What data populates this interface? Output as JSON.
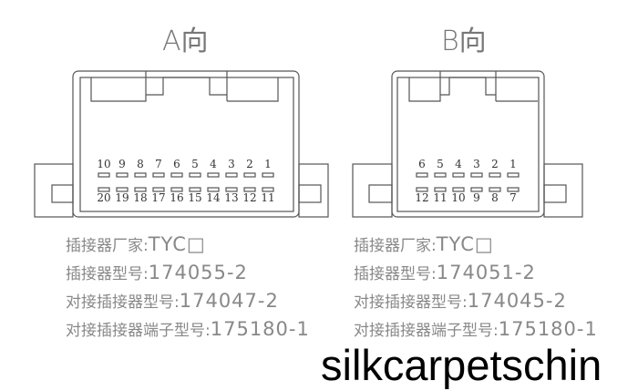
{
  "connector_a": {
    "title": "A向",
    "top_row": [
      "10",
      "9",
      "8",
      "7",
      "6",
      "5",
      "4",
      "3",
      "2",
      "1"
    ],
    "bottom_row": [
      "20",
      "19",
      "18",
      "17",
      "16",
      "15",
      "14",
      "13",
      "12",
      "11"
    ],
    "specs": [
      {
        "label": "插接器厂家:",
        "value": "TYC□"
      },
      {
        "label": "插接器型号:",
        "value": "174055-2"
      },
      {
        "label": "对接插接器型号:",
        "value": "174047-2"
      },
      {
        "label": "对接插接器端子型号:",
        "value": "175180-1"
      }
    ]
  },
  "connector_b": {
    "title": "B向",
    "top_row": [
      "6",
      "5",
      "4",
      "3",
      "2",
      "1"
    ],
    "bottom_row": [
      "12",
      "11",
      "10",
      "9",
      "8",
      "7"
    ],
    "specs": [
      {
        "label": "插接器厂家:",
        "value": "TYC□"
      },
      {
        "label": "插接器型号:",
        "value": "174051-2"
      },
      {
        "label": "对接插接器型号:",
        "value": "174045-2"
      },
      {
        "label": "对接插接器端子型号:",
        "value": "175180-1"
      }
    ]
  },
  "watermark": "silkcarpetschin"
}
